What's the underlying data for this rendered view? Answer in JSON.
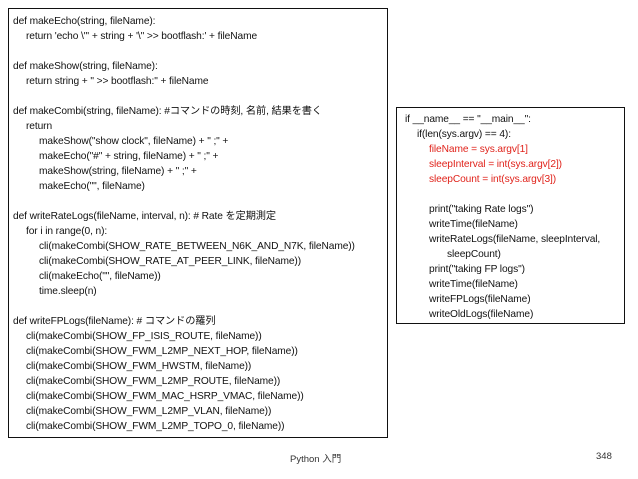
{
  "slide": {
    "left_code": [
      "def makeEcho(string, fileName):",
      "return 'echo \\\"' + string + '\\\" >> bootflash:' + fileName",
      "",
      "def makeShow(string, fileName):",
      "return string + \" >> bootflash:\" + fileName",
      "",
      "def makeCombi(string, fileName):    #コマンドの時刻, 名前, 結果を書く",
      "return",
      "makeShow(\"show clock\", fileName) + \" ;\" +",
      "makeEcho(\"#\" + string, fileName) + \" ;\" +",
      "makeShow(string, fileName) + \" ;\" +",
      "makeEcho(\"\", fileName)",
      "",
      "def writeRateLogs(fileName, interval, n):   # Rate を定期測定",
      "for i in range(0, n):",
      "cli(makeCombi(SHOW_RATE_BETWEEN_N6K_AND_N7K, fileName))",
      "cli(makeCombi(SHOW_RATE_AT_PEER_LINK, fileName))",
      "cli(makeEcho(\"\", fileName))",
      "time.sleep(n)",
      "",
      "def writeFPLogs(fileName):    # コマンドの羅列",
      "cli(makeCombi(SHOW_FP_ISIS_ROUTE, fileName))",
      "cli(makeCombi(SHOW_FWM_L2MP_NEXT_HOP, fileName))",
      "cli(makeCombi(SHOW_FWM_HWSTM, fileName))",
      "cli(makeCombi(SHOW_FWM_L2MP_ROUTE, fileName))",
      "cli(makeCombi(SHOW_FWM_MAC_HSRP_VMAC, fileName))",
      "cli(makeCombi(SHOW_FWM_L2MP_VLAN, fileName))",
      "cli(makeCombi(SHOW_FWM_L2MP_TOPO_0, fileName))"
    ],
    "right_code": [
      "if __name__ == \"__main__\":",
      "if(len(sys.argv) == 4):",
      "fileName = sys.argv[1]",
      "sleepInterval = int(sys.argv[2])",
      "sleepCount = int(sys.argv[3])",
      "",
      "print(\"taking Rate logs\")",
      "writeTime(fileName)",
      "writeRateLogs(fileName, sleepInterval,",
      "sleepCount)",
      "print(\"taking FP logs\")",
      "writeTime(fileName)",
      "writeFPLogs(fileName)",
      "writeOldLogs(fileName)"
    ],
    "footer_title": "Python 入門",
    "page_number": "348",
    "accent_color": "#e0231b"
  }
}
